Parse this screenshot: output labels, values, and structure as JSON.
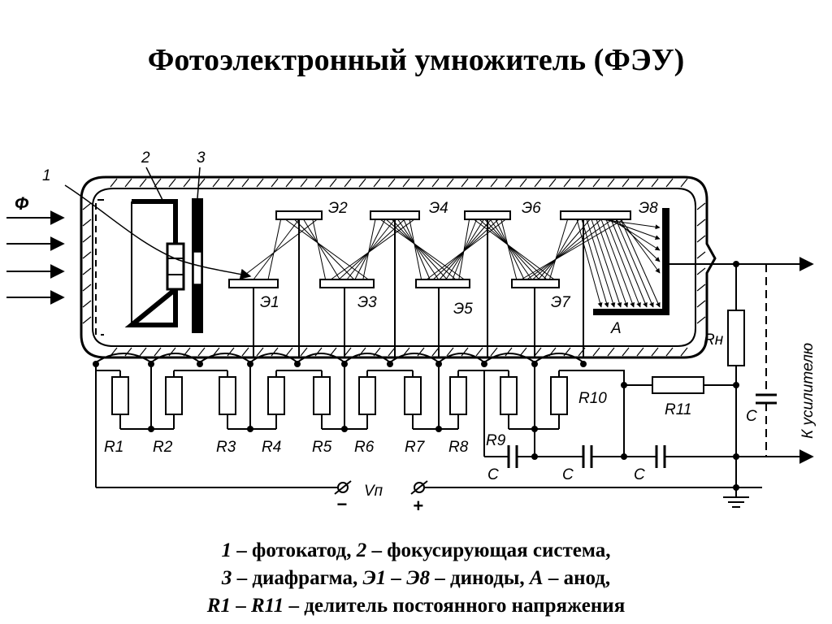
{
  "title": "Фотоэлектронный умножитель (ФЭУ)",
  "labels": {
    "flux": "Ф",
    "n1": "1",
    "n2": "2",
    "n3": "3",
    "dynodes": [
      "Э1",
      "Э2",
      "Э3",
      "Э4",
      "Э5",
      "Э6",
      "Э7",
      "Э8"
    ],
    "anode": "A",
    "rn": "Rн",
    "resistors": [
      "R1",
      "R2",
      "R3",
      "R4",
      "R5",
      "R6",
      "R7",
      "R8",
      "R9",
      "R10",
      "R11"
    ],
    "cap": "C",
    "supply": "Vп",
    "minus": "−",
    "plus": "+",
    "output": "К усилителю"
  },
  "caption": {
    "line1": [
      {
        "t": "1",
        "i": true
      },
      {
        "t": " – фотокатод, ",
        "i": false
      },
      {
        "t": "2",
        "i": true
      },
      {
        "t": " – фокусирующая система,",
        "i": false
      }
    ],
    "line2": [
      {
        "t": "3",
        "i": true
      },
      {
        "t": " – диафрагма,  ",
        "i": false
      },
      {
        "t": "Э1 – Э8",
        "i": true
      },
      {
        "t": " – диноды, ",
        "i": false
      },
      {
        "t": "А",
        "i": true
      },
      {
        "t": " – анод,",
        "i": false
      }
    ],
    "line3": [
      {
        "t": "R1",
        "i": true
      },
      {
        "t": " – ",
        "i": false
      },
      {
        "t": "R11",
        "i": true
      },
      {
        "t": " – делитель постоянного напряжения",
        "i": false
      }
    ]
  }
}
